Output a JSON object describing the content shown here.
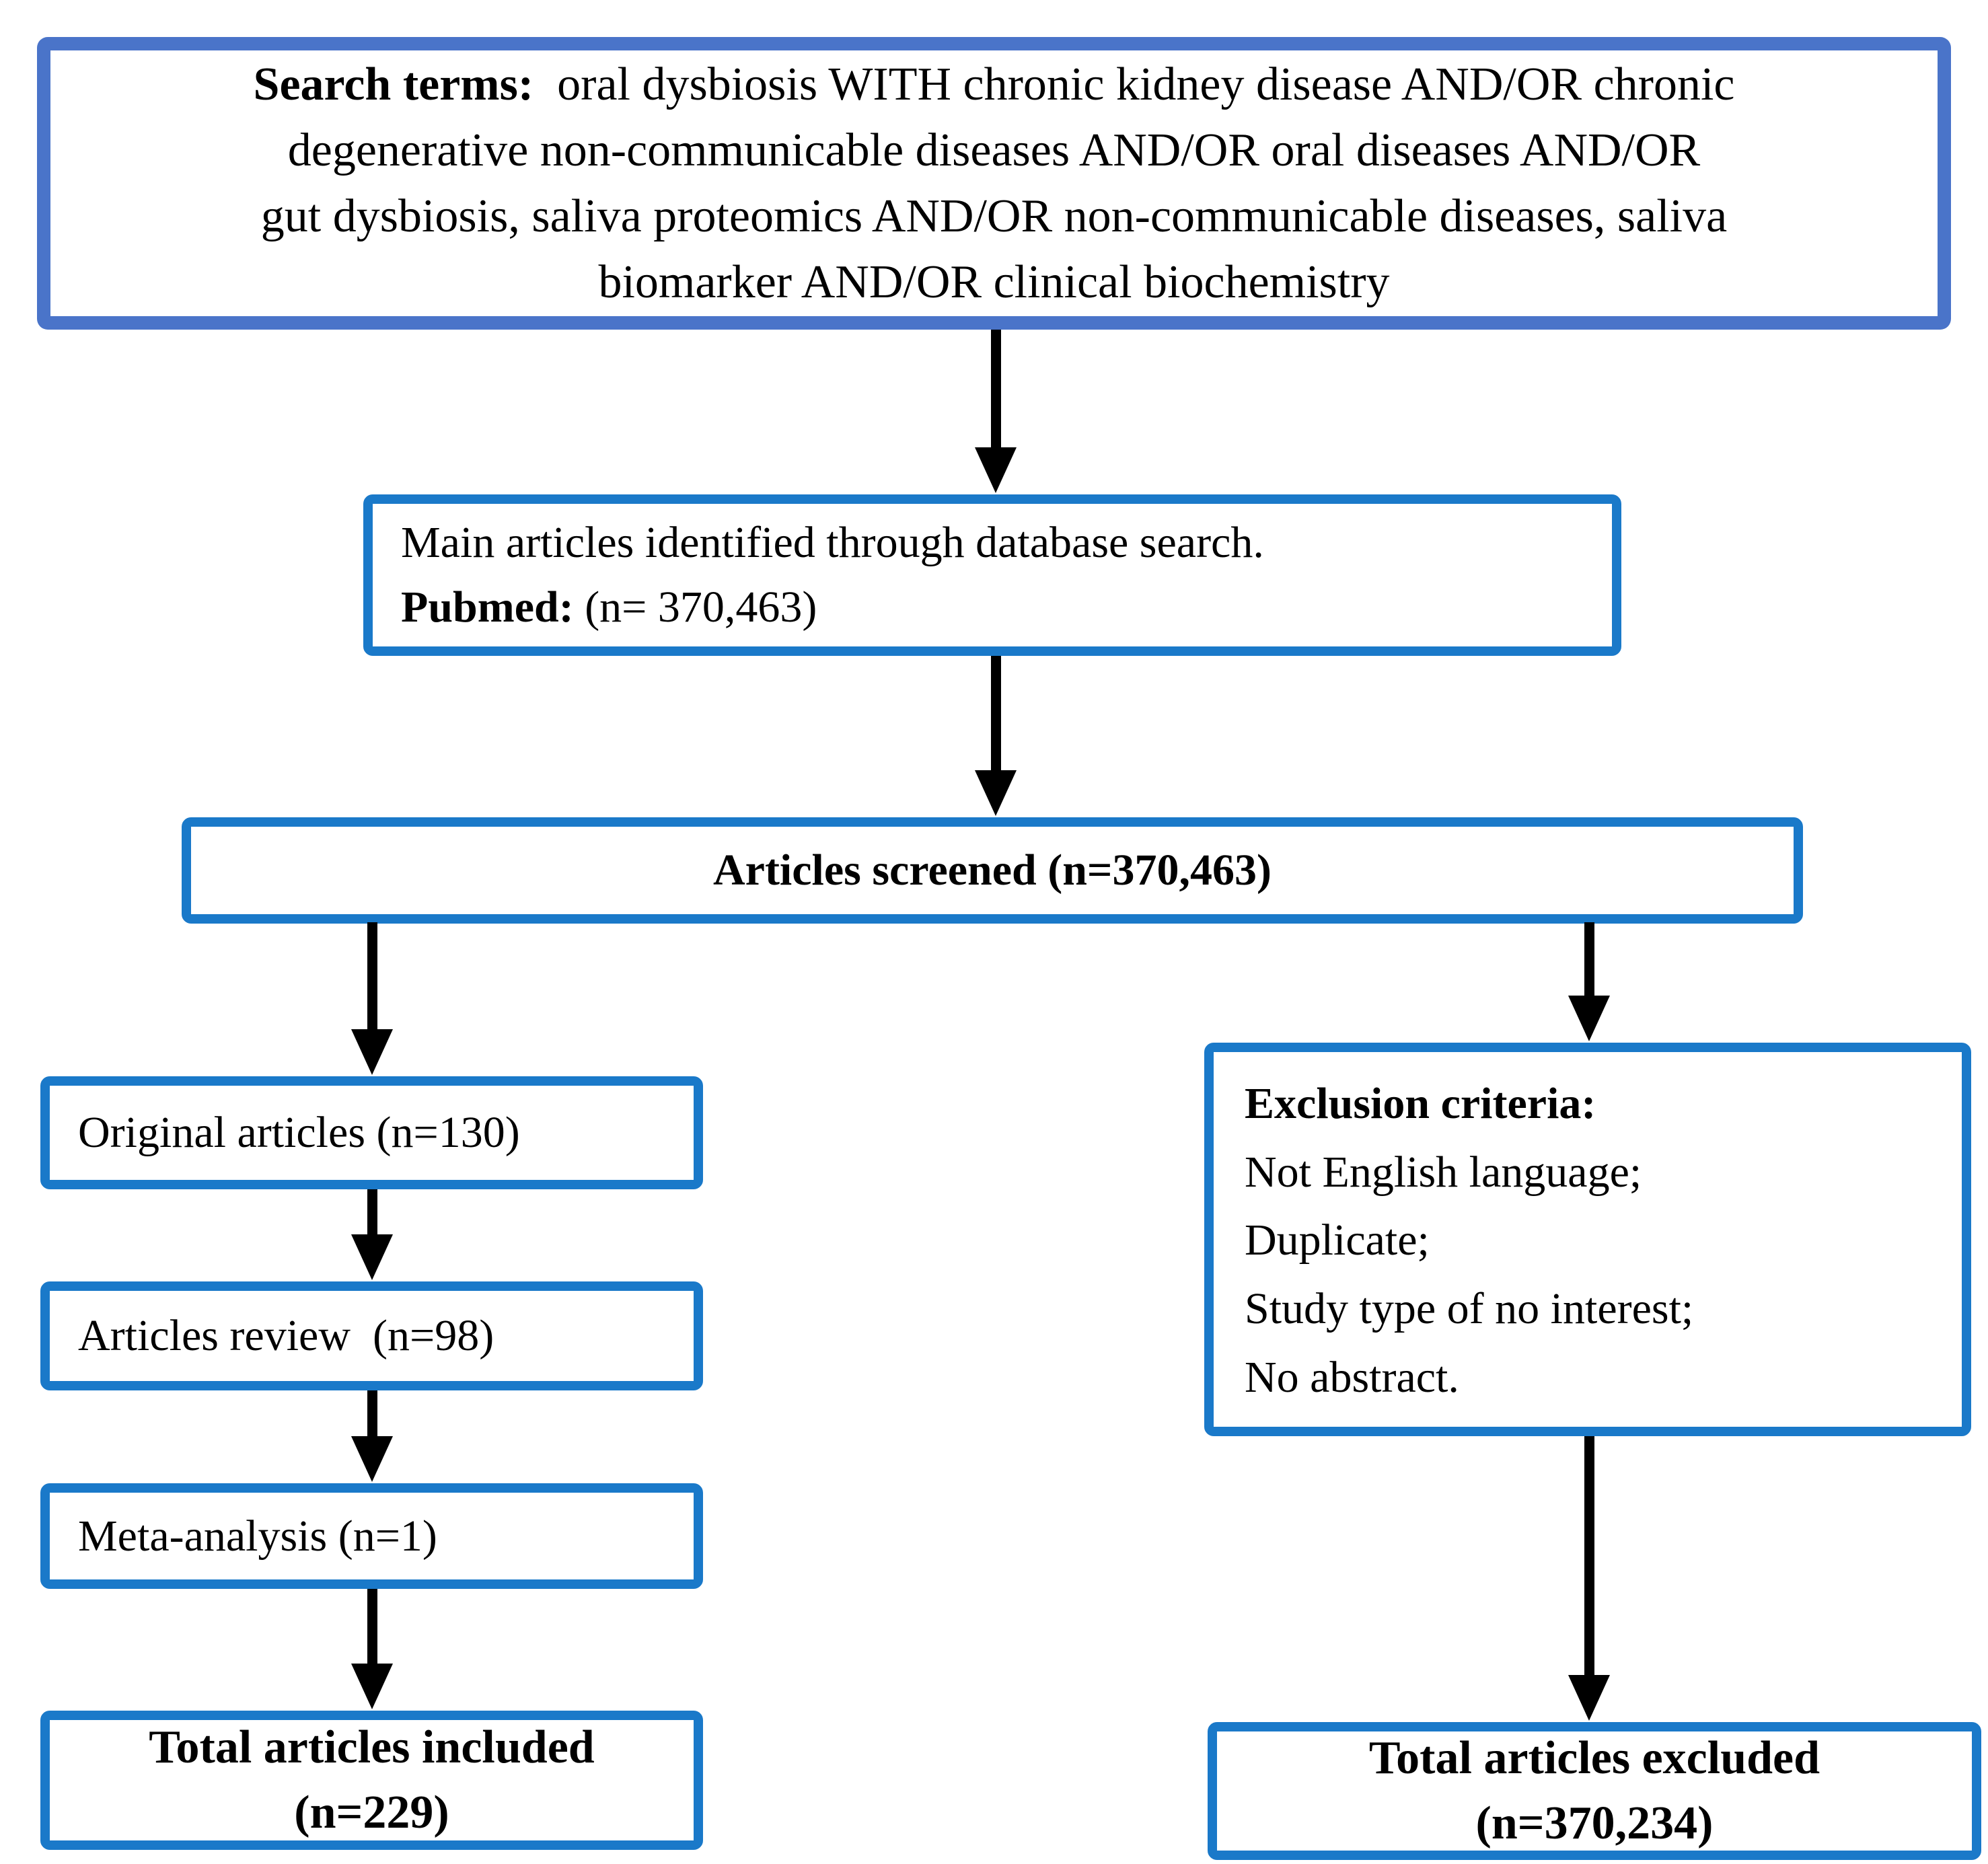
{
  "diagram": {
    "title": "Article selection flow diagram",
    "colors": {
      "background": "#ffffff",
      "top_box_border": "#4a74c9",
      "box_border": "#1a79c9",
      "arrow": "#000000",
      "text": "#000000"
    },
    "boxes": {
      "search_terms": {
        "label_bold": "Search terms:",
        "lines": {
          "0": "  oral dysbiosis WITH chronic kidney disease AND/OR chronic",
          "1": "degenerative non-communicable diseases AND/OR oral diseases AND/OR",
          "2": "gut dysbiosis, saliva proteomics AND/OR non-communicable diseases, saliva",
          "3": "biomarker AND/OR clinical biochemistry"
        }
      },
      "identified": {
        "line1": "Main articles identified through database search.",
        "line2_bold": "Pubmed:",
        "line2_rest": " (n= 370,463)"
      },
      "screened": {
        "label": "Articles screened (n=370,463)"
      },
      "original": {
        "label": "Original articles (n=130)"
      },
      "review": {
        "label": "Articles review  (n=98)"
      },
      "meta": {
        "label": "Meta-analysis (n=1)"
      },
      "included": {
        "line1": "Total articles included",
        "line2": "(n=229)"
      },
      "exclusion": {
        "heading": "Exclusion criteria:",
        "items": {
          "0": "Not English language;",
          "1": "Duplicate;",
          "2": "Study type of no interest;",
          "3": "No abstract."
        }
      },
      "excluded": {
        "line1": "Total articles excluded",
        "line2": "(n=370,234)"
      }
    }
  }
}
